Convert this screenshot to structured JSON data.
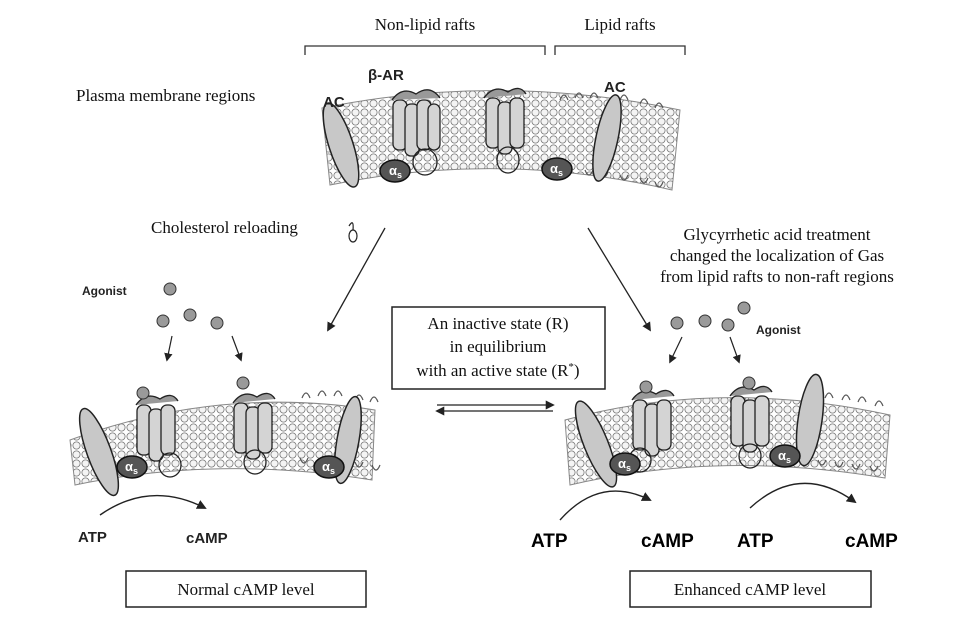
{
  "header": {
    "non_lipid_rafts": "Non-lipid rafts",
    "lipid_rafts": "Lipid rafts",
    "plasma_membrane_regions": "Plasma membrane regions"
  },
  "top_membrane": {
    "ac_left": "AC",
    "ac_right": "AC",
    "beta_ar": "β-AR",
    "alpha_s": "α",
    "alpha_sub": "s"
  },
  "left_branch": {
    "cholesterol": "Cholesterol reloading",
    "agonist": "Agonist",
    "atp": "ATP",
    "camp": "cAMP",
    "result_box": "Normal cAMP level"
  },
  "right_branch": {
    "glycyrrhetic_line1": "Glycyrrhetic acid treatment",
    "glycyrrhetic_line2": "changed the localization of Gas",
    "glycyrrhetic_line3": "from lipid rafts to non-raft regions",
    "agonist": "Agonist",
    "atp_1": "ATP",
    "camp_1": "cAMP",
    "atp_2": "ATP",
    "camp_2": "cAMP",
    "result_box": "Enhanced cAMP level"
  },
  "equilibrium": {
    "line1": "An inactive state (R)",
    "line2": "in equilibrium",
    "line3_prefix": "with an active state (R",
    "line3_sup": "*",
    "line3_suffix": ")"
  },
  "colors": {
    "membrane_fill": "#e6e6e6",
    "protein_fill": "#c8c8c8",
    "alpha_fill": "#555555",
    "line": "#222222"
  }
}
